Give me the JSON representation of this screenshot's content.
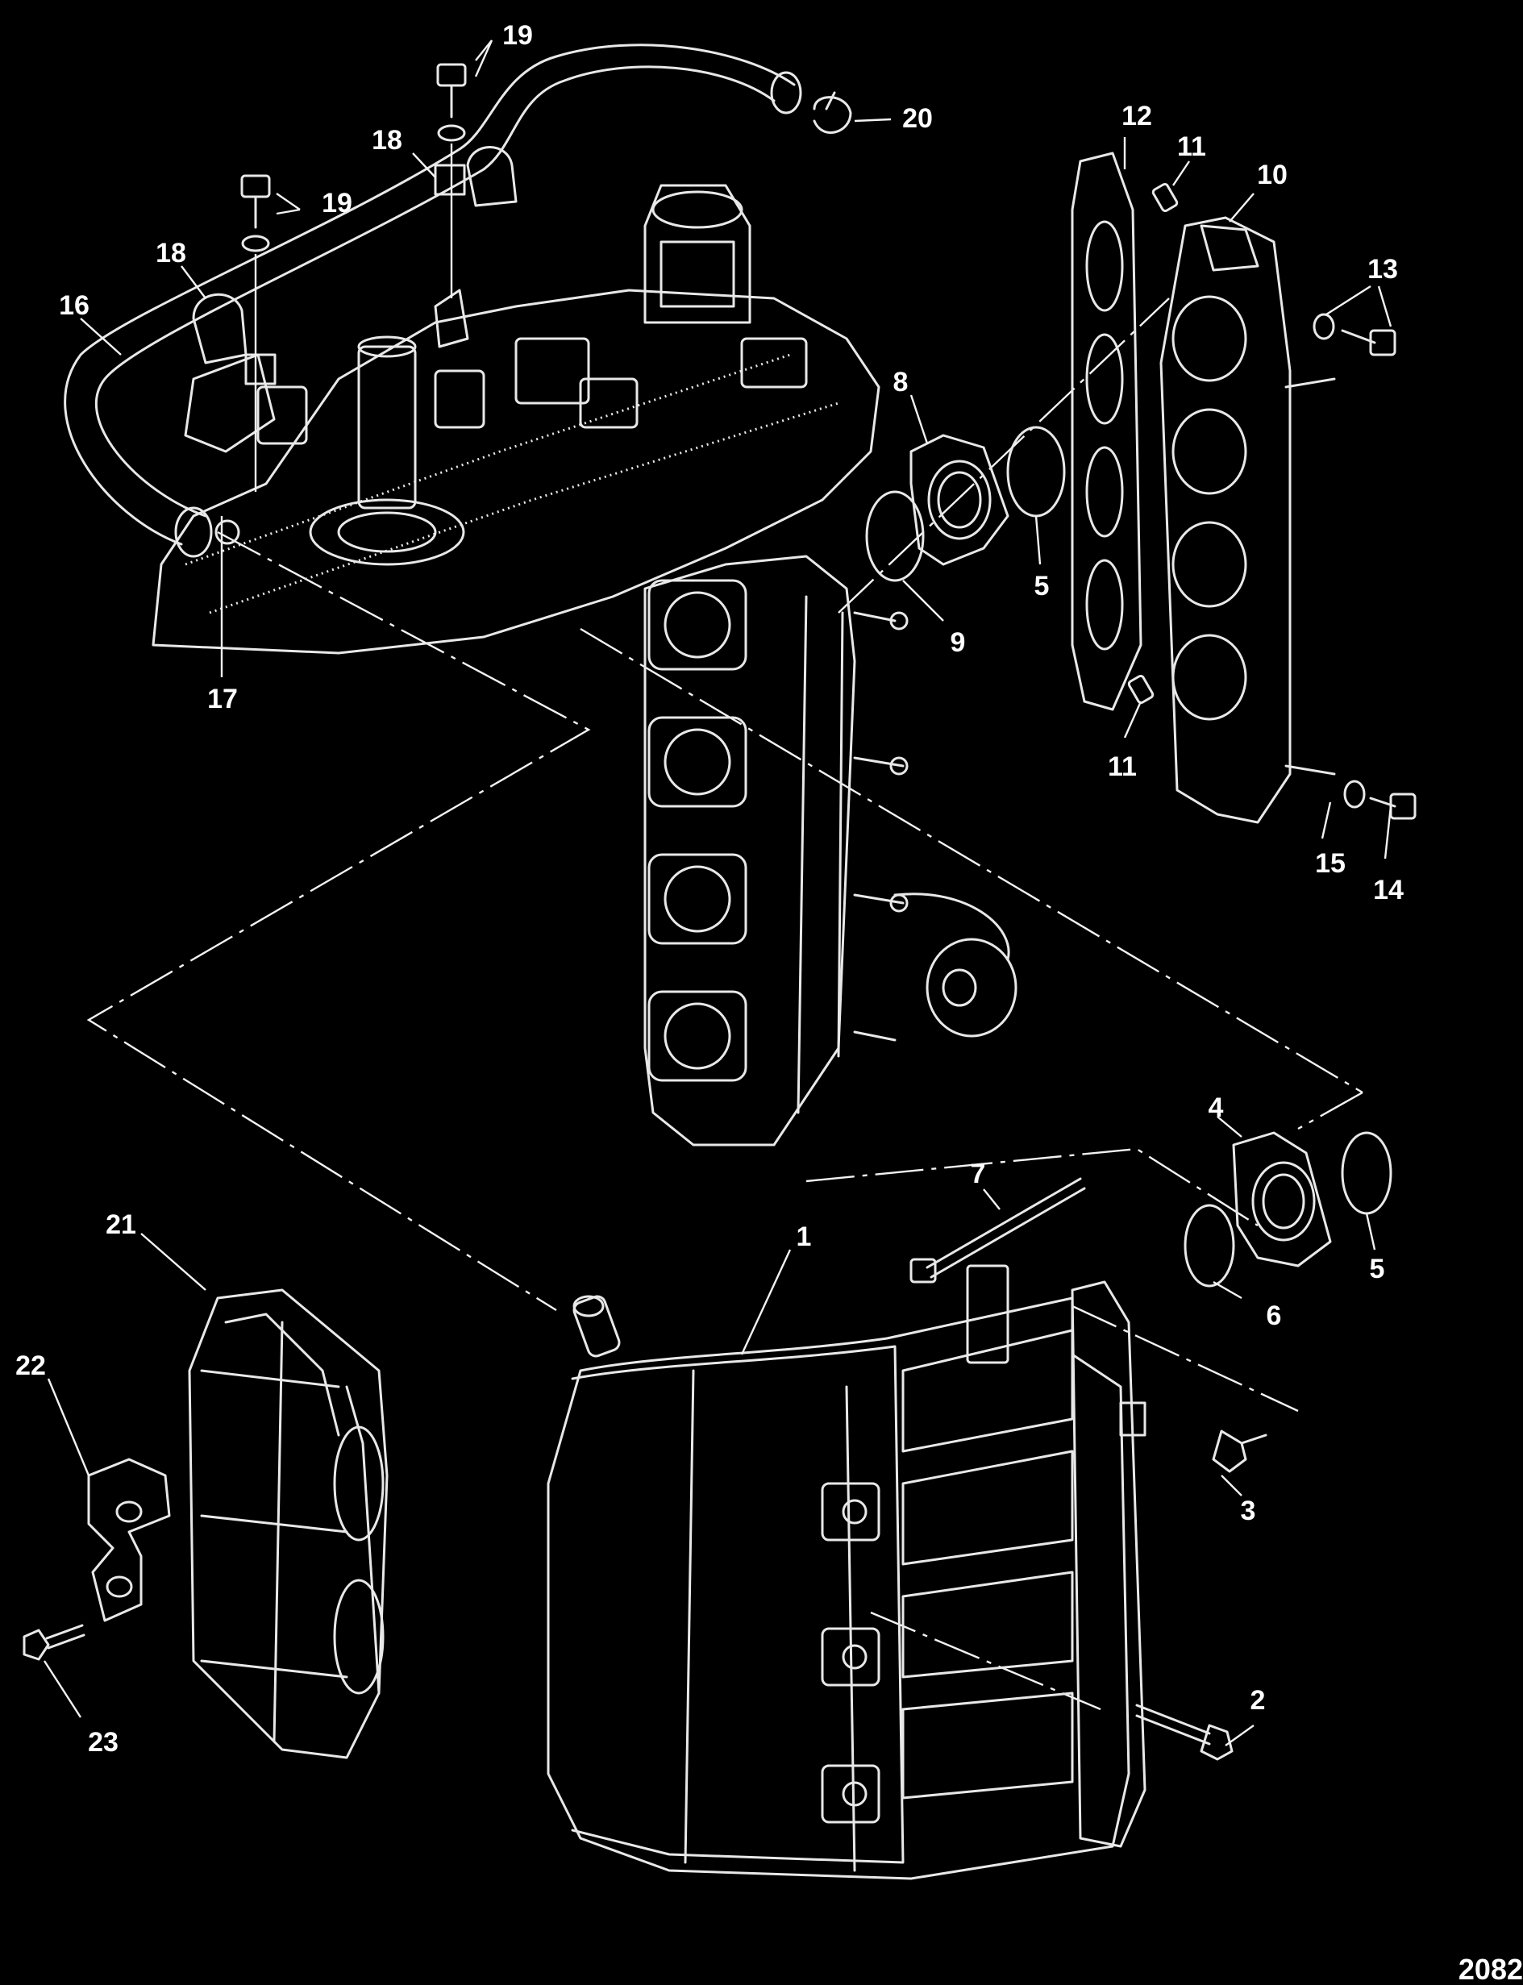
{
  "diagram_code": "2082",
  "callouts": [
    {
      "n": "1"
    },
    {
      "n": "2"
    },
    {
      "n": "3"
    },
    {
      "n": "4"
    },
    {
      "n": "5"
    },
    {
      "n": "5"
    },
    {
      "n": "6"
    },
    {
      "n": "7"
    },
    {
      "n": "8"
    },
    {
      "n": "9"
    },
    {
      "n": "10"
    },
    {
      "n": "11"
    },
    {
      "n": "11"
    },
    {
      "n": "12"
    },
    {
      "n": "13"
    },
    {
      "n": "14"
    },
    {
      "n": "15"
    },
    {
      "n": "16"
    },
    {
      "n": "17"
    },
    {
      "n": "18"
    },
    {
      "n": "18"
    },
    {
      "n": "19"
    },
    {
      "n": "19"
    },
    {
      "n": "20"
    },
    {
      "n": "21"
    },
    {
      "n": "22"
    },
    {
      "n": "23"
    }
  ]
}
